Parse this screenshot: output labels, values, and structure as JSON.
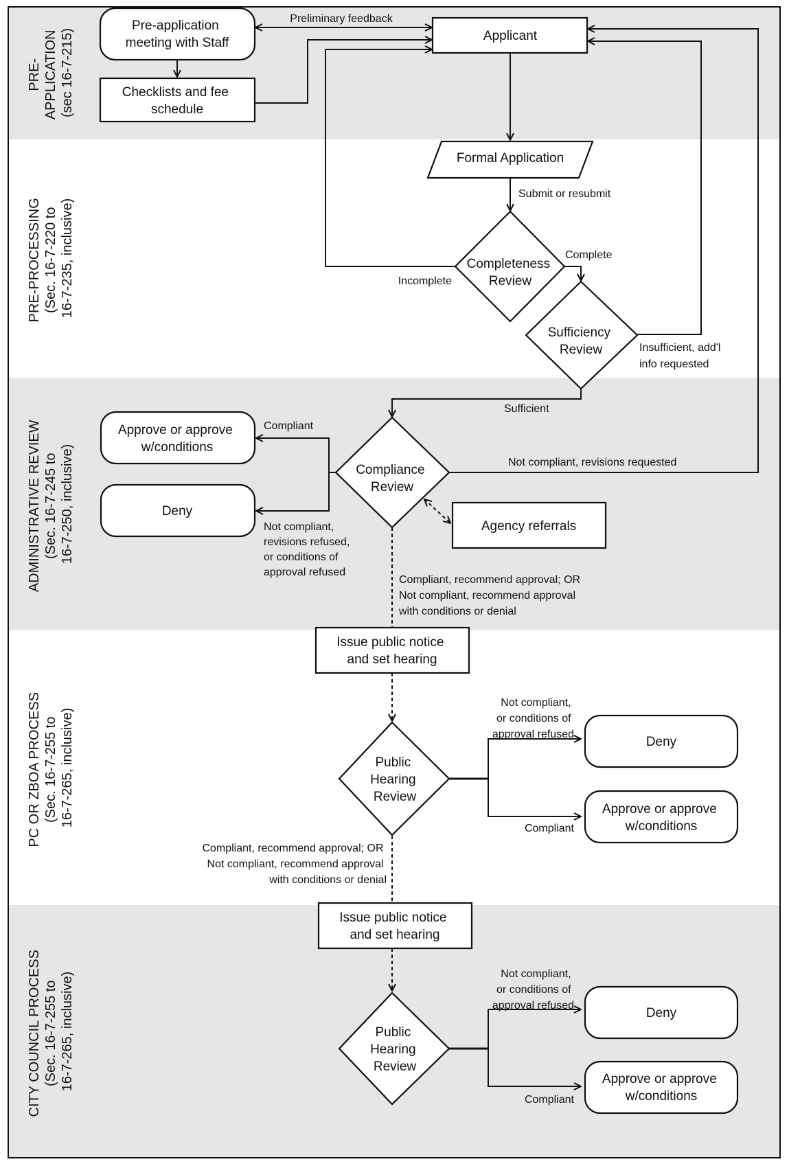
{
  "stages": [
    {
      "id": "pre-application",
      "lines": [
        "PRE-",
        "APPLICATION",
        "(sec 16-7-215)"
      ],
      "shaded": true
    },
    {
      "id": "pre-processing",
      "lines": [
        "PRE-PROCESSING",
        "(Sec. 16-7-220 to",
        "16-7-235, inclusive)"
      ],
      "shaded": false
    },
    {
      "id": "administrative-review",
      "lines": [
        "ADMINISTRATIVE REVIEW",
        "(Sec. 16-7-245 to",
        "16-7-250, inclusive)"
      ],
      "shaded": true
    },
    {
      "id": "pc-zboa-process",
      "lines": [
        "PC OR ZBOA PROCESS",
        "(Sec. 16-7-255 to",
        "16-7-265, inclusive)"
      ],
      "shaded": false
    },
    {
      "id": "city-council-process",
      "lines": [
        "CITY COUNCIL PROCESS",
        "(Sec. 16-7-255 to",
        "16-7-265, inclusive)"
      ],
      "shaded": true
    }
  ],
  "nodes": {
    "pre_application_meeting": {
      "lines": [
        "Pre-application",
        "meeting with Staff"
      ]
    },
    "checklists": {
      "lines": [
        "Checklists and fee",
        "schedule"
      ]
    },
    "applicant": {
      "lines": [
        "Applicant"
      ]
    },
    "formal_application": {
      "lines": [
        "Formal Application"
      ]
    },
    "completeness_review": {
      "lines": [
        "Completeness",
        "Review"
      ]
    },
    "sufficiency_review": {
      "lines": [
        "Sufficiency",
        "Review"
      ]
    },
    "compliance_review": {
      "lines": [
        "Compliance",
        "Review"
      ]
    },
    "admin_approve": {
      "lines": [
        "Approve or approve",
        "w/conditions"
      ]
    },
    "admin_deny": {
      "lines": [
        "Deny"
      ]
    },
    "agency_referrals": {
      "lines": [
        "Agency referrals"
      ]
    },
    "issue_notice_pc": {
      "lines": [
        "Issue public notice",
        "and set hearing"
      ]
    },
    "hearing_pc": {
      "lines": [
        "Public",
        "Hearing",
        "Review"
      ]
    },
    "pc_deny": {
      "lines": [
        "Deny"
      ]
    },
    "pc_approve": {
      "lines": [
        "Approve or approve",
        "w/conditions"
      ]
    },
    "issue_notice_cc": {
      "lines": [
        "Issue public notice",
        "and set hearing"
      ]
    },
    "hearing_cc": {
      "lines": [
        "Public",
        "Hearing",
        "Review"
      ]
    },
    "cc_deny": {
      "lines": [
        "Deny"
      ]
    },
    "cc_approve": {
      "lines": [
        "Approve or approve",
        "w/conditions"
      ]
    }
  },
  "edge_labels": {
    "preliminary_feedback": [
      "Preliminary feedback"
    ],
    "submit_or_resubmit": [
      "Submit or resubmit"
    ],
    "complete": [
      "Complete"
    ],
    "incomplete": [
      "Incomplete"
    ],
    "insufficient": [
      "Insufficient, add'l",
      "info requested"
    ],
    "sufficient": [
      "Sufficient"
    ],
    "admin_compliant": [
      "Compliant"
    ],
    "not_compliant_revisions_requested": [
      "Not compliant, revisions requested"
    ],
    "admin_not_compliant": [
      "Not compliant,",
      "revisions refused,",
      "or conditions of",
      "approval refused"
    ],
    "admin_recommend": [
      "Compliant, recommend approval; OR",
      "Not compliant, recommend approval",
      "with conditions or denial"
    ],
    "pc_not_compliant": [
      "Not compliant,",
      "or conditions of",
      "approval refused"
    ],
    "pc_compliant": [
      "Compliant"
    ],
    "pc_recommend": [
      "Compliant, recommend approval; OR",
      "Not compliant, recommend approval",
      "with conditions or denial"
    ],
    "cc_not_compliant": [
      "Not compliant,",
      "or conditions of",
      "approval refused"
    ],
    "cc_compliant": [
      "Compliant"
    ]
  }
}
